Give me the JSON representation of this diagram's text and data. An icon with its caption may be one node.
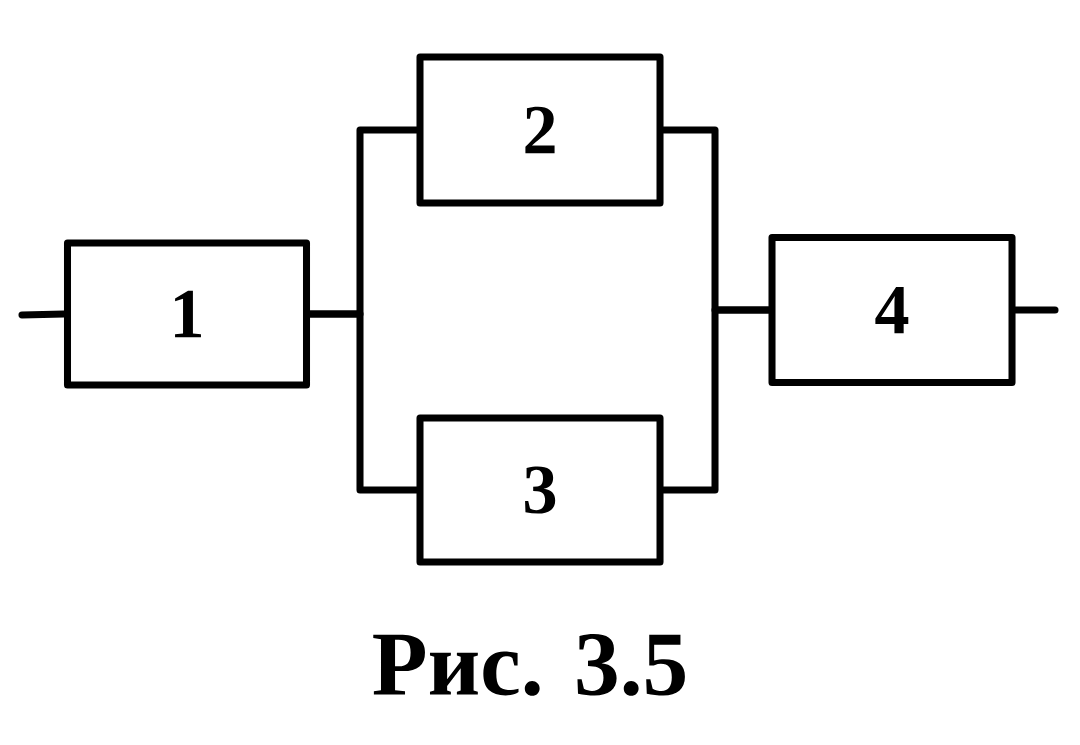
{
  "diagram": {
    "caption": "Рис. 3.5",
    "nodes": [
      {
        "text": [
          "1"
        ]
      },
      {
        "text": [
          "2"
        ]
      },
      {
        "text": [
          "3"
        ]
      },
      {
        "text": [
          "4"
        ]
      }
    ],
    "edges": [
      {
        "from": null,
        "to": 0,
        "arrow": "none"
      },
      {
        "from": 0,
        "to": 1,
        "arrow": "none"
      },
      {
        "from": 0,
        "to": 2,
        "arrow": "none"
      },
      {
        "from": 1,
        "to": 3,
        "arrow": "none"
      },
      {
        "from": 2,
        "to": 3,
        "arrow": "none"
      },
      {
        "from": 3,
        "to": null,
        "arrow": "none"
      }
    ]
  }
}
